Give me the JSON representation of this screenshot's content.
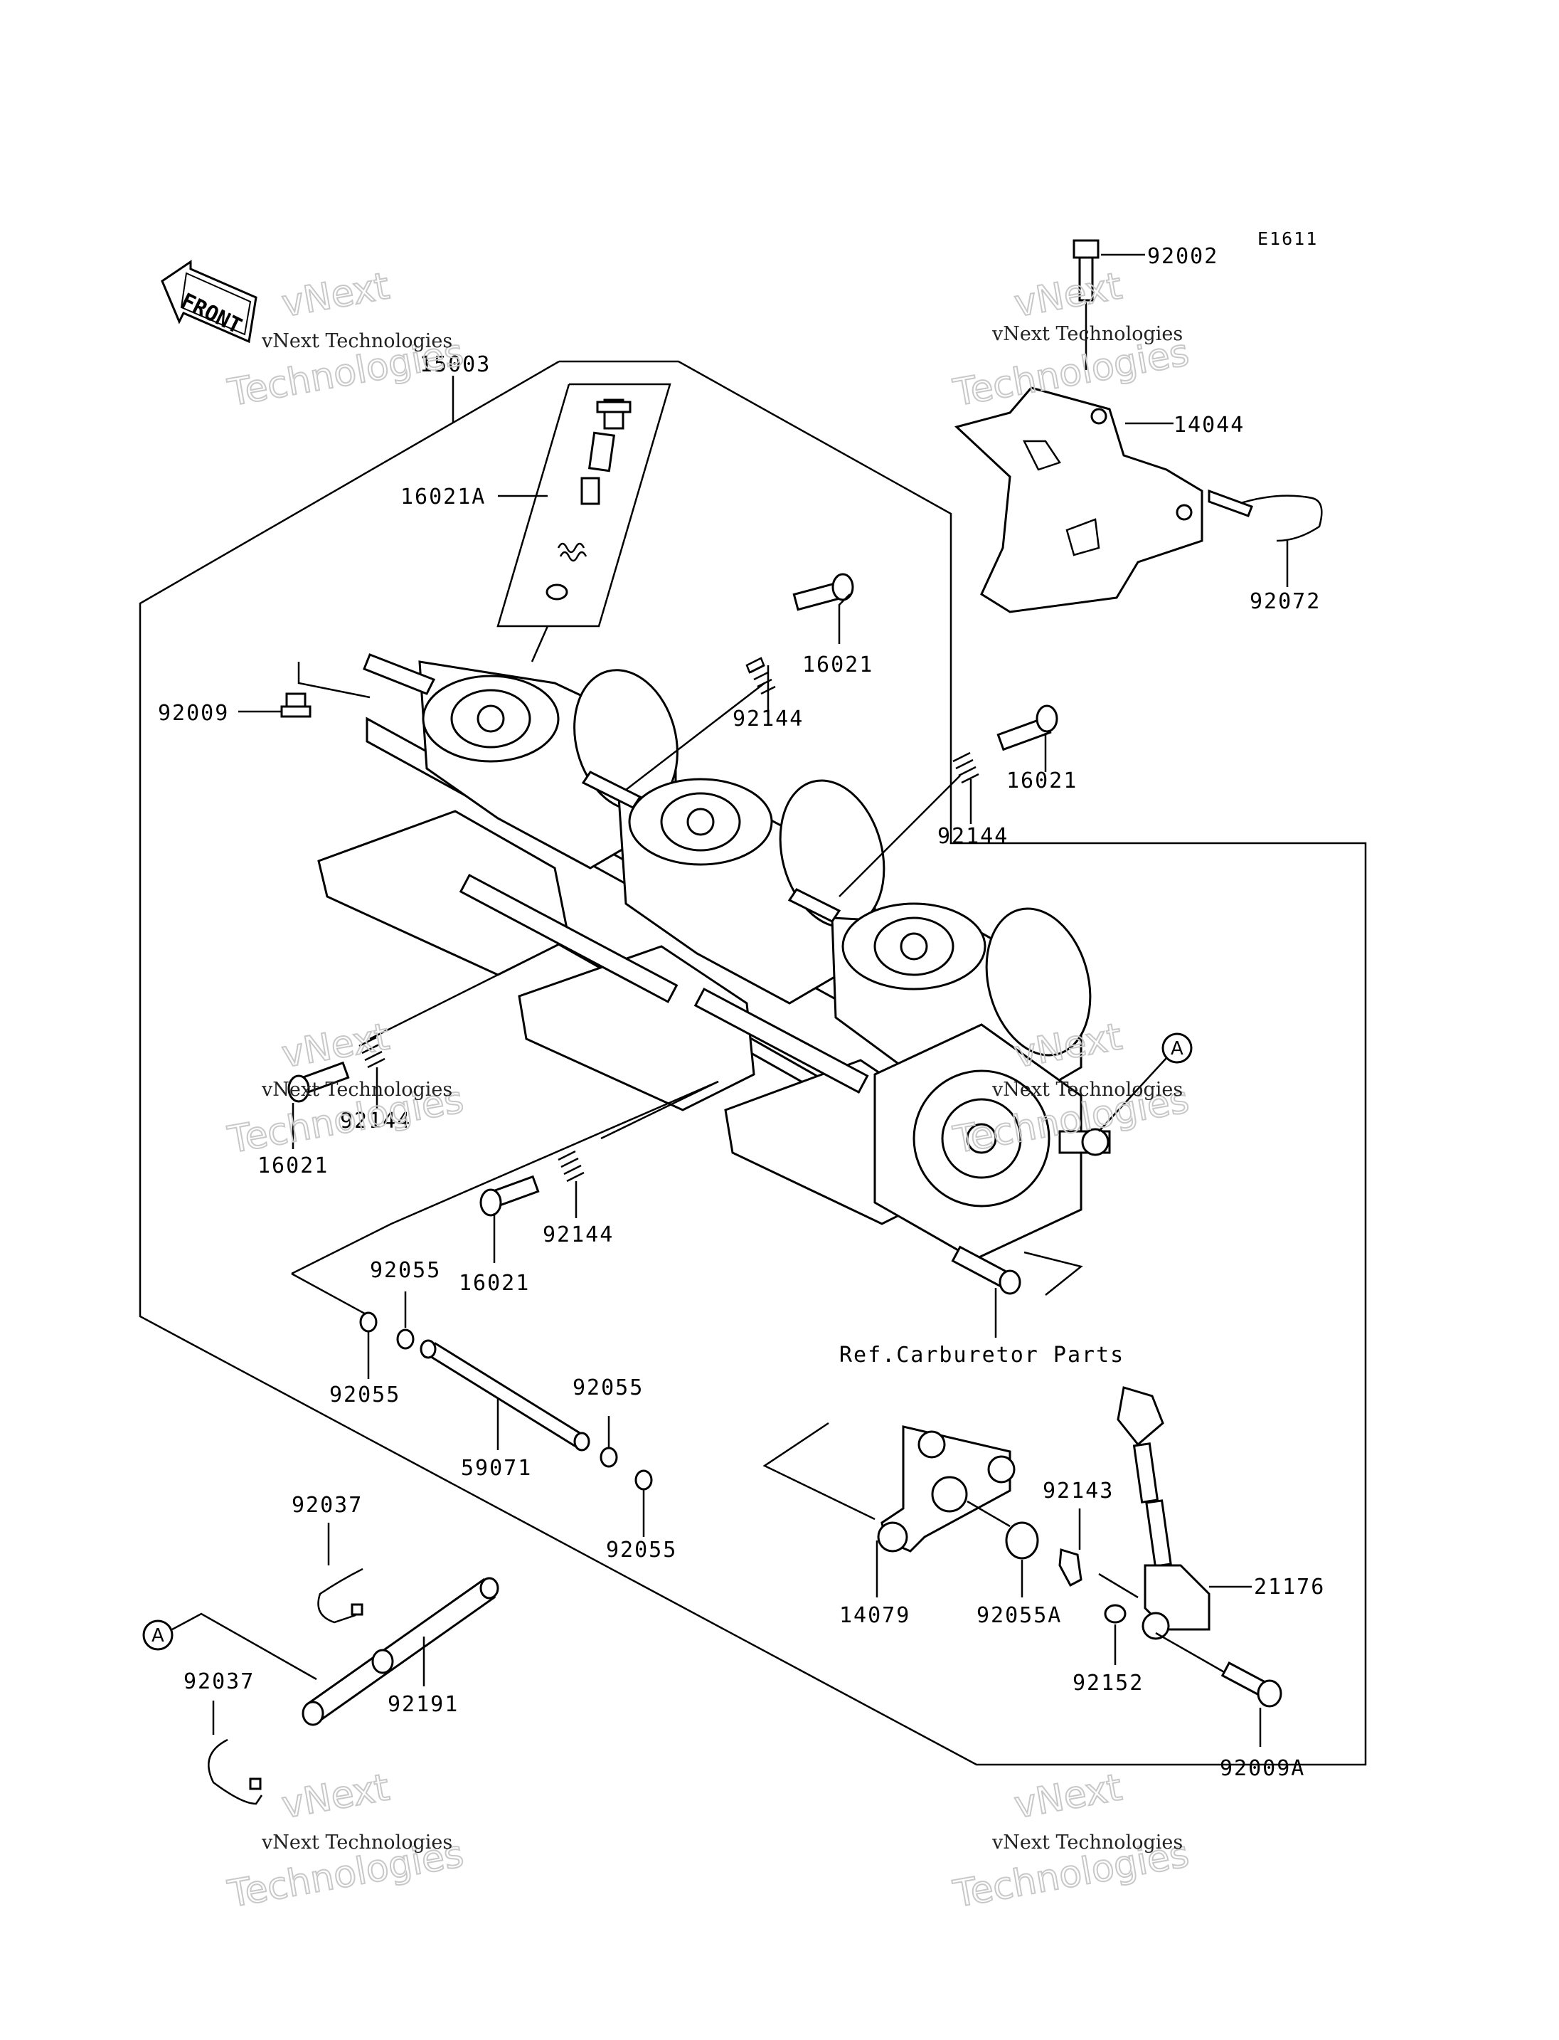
{
  "diagram_code": "E1611",
  "front_label": "FRONT",
  "ref_note": "Ref.Carburetor Parts",
  "callout_letter": "A",
  "watermark": {
    "line1": "vNext Technologies",
    "line2": "vNext",
    "line3": "Technologies"
  },
  "parts": {
    "p15003": "15003",
    "p16021A": "16021A",
    "p92009": "92009",
    "p16021_a": "16021",
    "p92144_a": "92144",
    "p16021_b": "16021",
    "p92144_b": "92144",
    "p92144_c": "92144",
    "p16021_c": "16021",
    "p92144_d": "92144",
    "p16021_d": "16021",
    "p92055_a": "92055",
    "p92055_b": "92055",
    "p92055_c": "92055",
    "p92055_d": "92055",
    "p59071": "59071",
    "p92037_a": "92037",
    "p92037_b": "92037",
    "p92191": "92191",
    "p14079": "14079",
    "p92055A": "92055A",
    "p92143": "92143",
    "p21176": "21176",
    "p92152": "92152",
    "p92009A": "92009A",
    "p92002": "92002",
    "p14044": "14044",
    "p92072": "92072"
  }
}
